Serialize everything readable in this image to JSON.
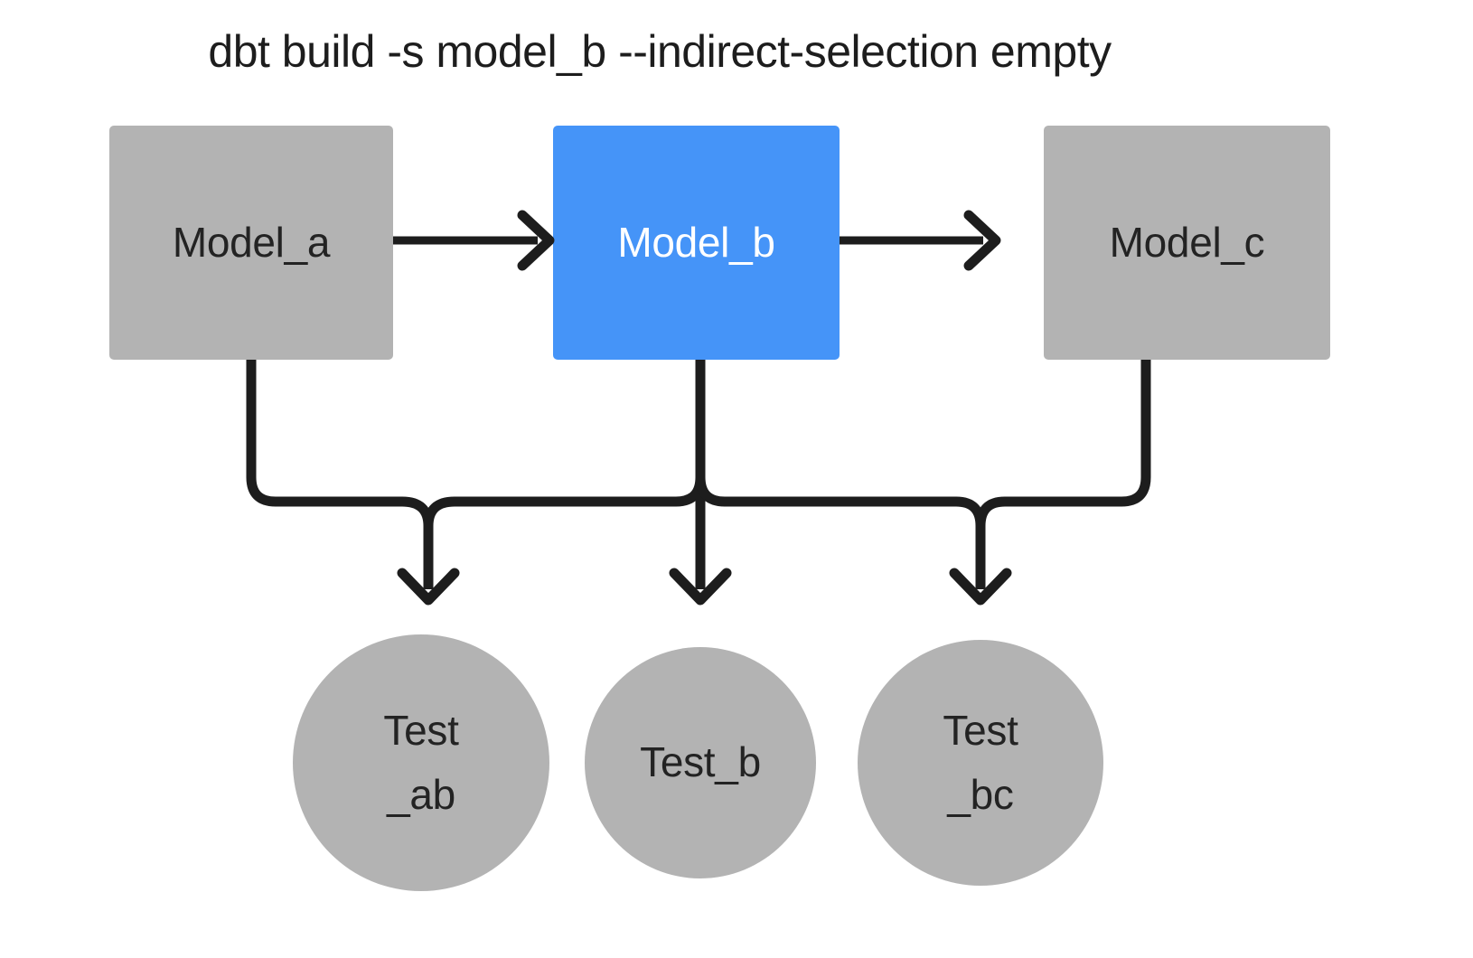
{
  "diagram": {
    "title": "dbt build -s model_b --indirect-selection empty",
    "colors": {
      "background": "#ffffff",
      "node_gray": "#b3b3b3",
      "node_selected_blue": "#4594f8",
      "edge_black": "#1d1d1d",
      "label_dark": "#232323",
      "label_light": "#ffffff"
    },
    "models": [
      {
        "id": "model_a",
        "label": "Model_a",
        "state": "unselected",
        "shape": "rectangle",
        "fill": "#b3b3b3"
      },
      {
        "id": "model_b",
        "label": "Model_b",
        "state": "selected",
        "shape": "rectangle",
        "fill": "#4594f8"
      },
      {
        "id": "model_c",
        "label": "Model_c",
        "state": "unselected",
        "shape": "rectangle",
        "fill": "#b3b3b3"
      }
    ],
    "tests": [
      {
        "id": "test_ab",
        "label_line1": "Test",
        "label_line2": "_ab",
        "state": "unselected",
        "shape": "circle",
        "fill": "#b3b3b3"
      },
      {
        "id": "test_b",
        "label_line1": "Test_b",
        "label_line2": "",
        "state": "unselected",
        "shape": "circle",
        "fill": "#b3b3b3"
      },
      {
        "id": "test_bc",
        "label_line1": "Test",
        "label_line2": "_bc",
        "state": "unselected",
        "shape": "circle",
        "fill": "#b3b3b3"
      }
    ],
    "edges": [
      {
        "from": "model_a",
        "to": "model_b",
        "style": "arrow-right"
      },
      {
        "from": "model_b",
        "to": "model_c",
        "style": "arrow-right"
      },
      {
        "from": "model_a",
        "to": "test_ab",
        "style": "elbow-down"
      },
      {
        "from": "model_b",
        "to": "test_ab",
        "style": "elbow-down"
      },
      {
        "from": "model_b",
        "to": "test_b",
        "style": "straight-down"
      },
      {
        "from": "model_b",
        "to": "test_bc",
        "style": "elbow-down"
      },
      {
        "from": "model_c",
        "to": "test_bc",
        "style": "elbow-down"
      }
    ]
  }
}
